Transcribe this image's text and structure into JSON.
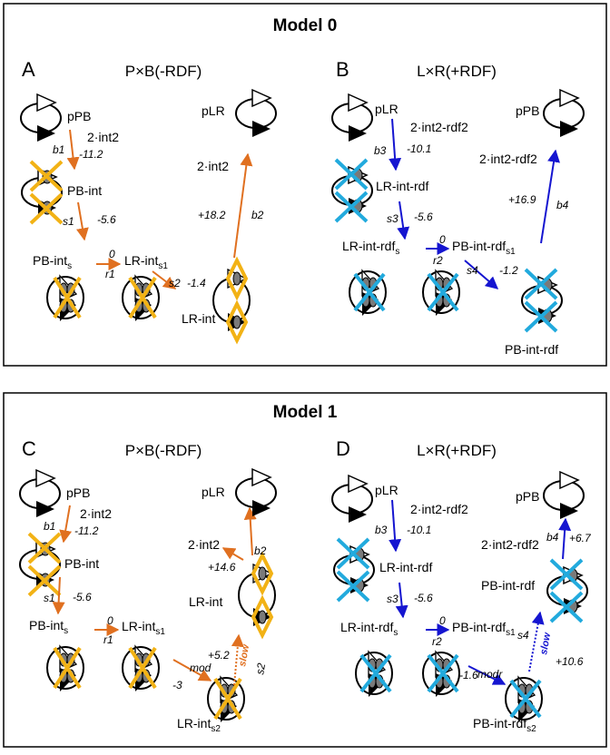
{
  "model0": {
    "title": "Model 0",
    "panelA": {
      "letter": "A",
      "cross": "P×B(-RDF)",
      "pPB": "pPB",
      "int2": "2·int2",
      "b1": "b1",
      "e1": "-11.2",
      "pbint": "PB-int",
      "s1": "s1",
      "e2": "-5.6",
      "pbints": "PB-int",
      "pbints_sub": "s",
      "r1_top": "0",
      "r1": "r1",
      "lrints1": "LR-int",
      "lrints1_sub": "s1",
      "s2": "s2",
      "e3": "-1.4",
      "lrint": "LR-int",
      "e4": "+18.2",
      "b2": "b2",
      "int2_out": "2·int2",
      "pLR": "pLR"
    },
    "panelB": {
      "letter": "B",
      "cross": "L×R(+RDF)",
      "pLR": "pLR",
      "int2rdf2": "2·int2-rdf2",
      "b3": "b3",
      "e1": "-10.1",
      "lrintrdf": "LR-int-rdf",
      "s3": "s3",
      "e2": "-5.6",
      "lrintrdfs": "LR-int-rdf",
      "lrintrdfs_sub": "s",
      "r2_top": "0",
      "r2": "r2",
      "pbintrdfs1": "PB-int-rdf",
      "pbintrdfs1_sub": "s1",
      "s4": "s4",
      "e3": "-1.2",
      "pbintrdf": "PB-int-rdf",
      "e4": "+16.9",
      "b4": "b4",
      "int2rdf2_out": "2·int2-rdf2",
      "pPB": "pPB"
    }
  },
  "model1": {
    "title": "Model 1",
    "panelC": {
      "letter": "C",
      "cross": "P×B(-RDF)",
      "pPB": "pPB",
      "int2": "2·int2",
      "b1": "b1",
      "e1": "-11.2",
      "pbint": "PB-int",
      "s1": "s1",
      "e2": "-5.6",
      "pbints": "PB-int",
      "pbints_sub": "s",
      "r1_top": "0",
      "r1": "r1",
      "lrints1": "LR-int",
      "lrints1_sub": "s1",
      "e3": "-3",
      "mod": "mod",
      "lrints2": "LR-int",
      "lrints2_sub": "s2",
      "e4": "+5.2",
      "slow": "slow",
      "s2": "s2",
      "lrint": "LR-int",
      "e5": "+14.6",
      "b2": "b2",
      "int2_out": "2·int2",
      "pLR": "pLR"
    },
    "panelD": {
      "letter": "D",
      "cross": "L×R(+RDF)",
      "pLR": "pLR",
      "int2rdf2": "2·int2-rdf2",
      "b3": "b3",
      "e1": "-10.1",
      "lrintrdf": "LR-int-rdf",
      "s3": "s3",
      "e2": "-5.6",
      "lrintrdfs": "LR-int-rdf",
      "lrintrdfs_sub": "s",
      "r2_top": "0",
      "r2": "r2",
      "pbintrdfs1": "PB-int-rdf",
      "pbintrdfs1_sub": "s1",
      "e3": "-1.6",
      "modr": "modr",
      "pbintrdfs2": "PB-int-rdf",
      "pbintrdfs2_sub": "s2",
      "s4": "s4",
      "slow": "slow",
      "e4": "+10.6",
      "pbintrdf": "PB-int-rdf",
      "e5": "+6.7",
      "b4": "b4",
      "int2rdf2_out": "2·int2-rdf2",
      "pPB": "pPB"
    }
  },
  "colors": {
    "orange": "#E07020",
    "blue": "#1515D0",
    "yellow": "#F2B215",
    "cyan": "#22AADD",
    "gray": "#7A7A7A"
  }
}
